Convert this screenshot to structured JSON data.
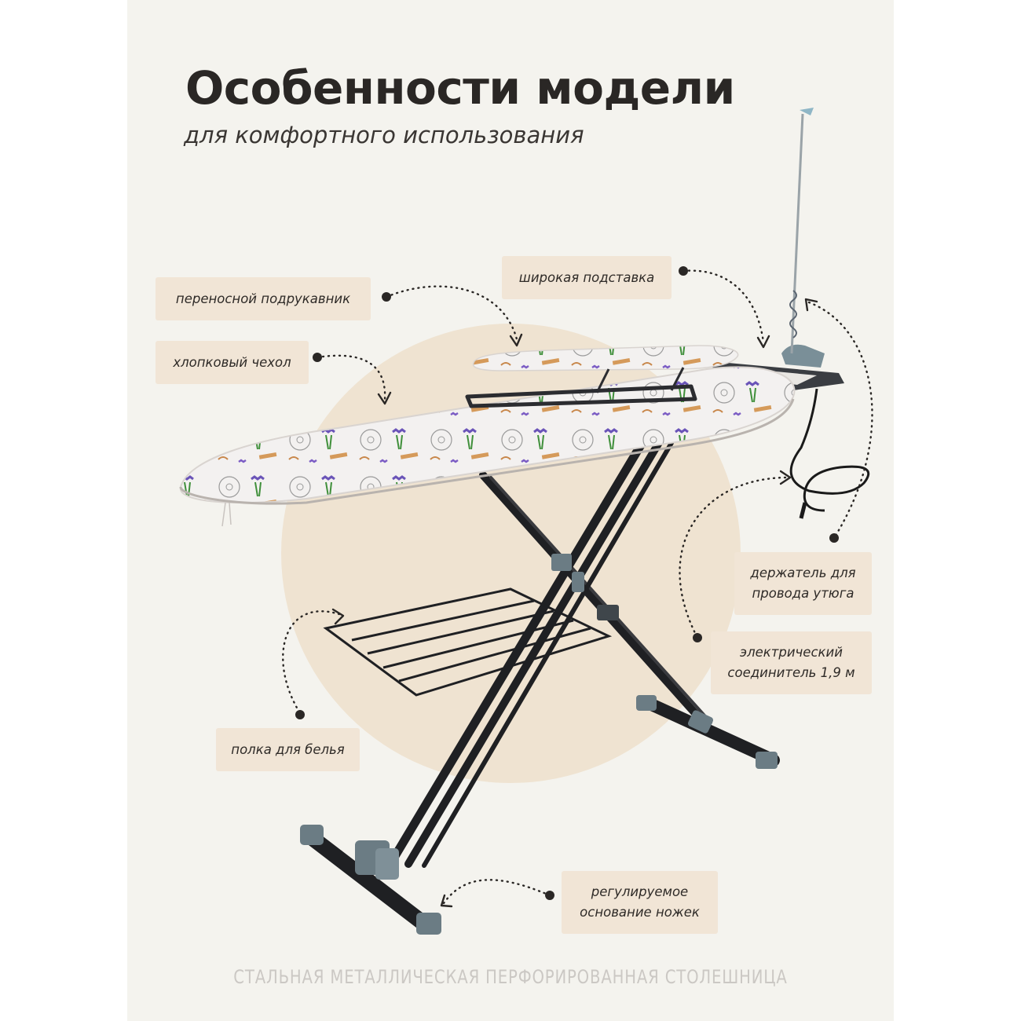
{
  "heading": {
    "title": "Особенности модели",
    "subtitle": "для комфортного использования"
  },
  "callouts": {
    "sleeve_board": "переносной подрукавник",
    "cotton_cover": "хлопковый чехол",
    "wide_stand": "широкая подставка",
    "cord_holder": "держатель для\nпровода утюга",
    "connector": "электрический\nсоединитель 1,9 м",
    "laundry_shelf": "полка для белья",
    "adjustable_legs": "регулируемое\nоснование ножек"
  },
  "footer": "СТАЛЬНАЯ МЕТАЛЛИЧЕСКАЯ ПЕРФОРИРОВАННАЯ СТОЛЕШНИЦА",
  "colors": {
    "panel_bg": "#f4f3ee",
    "halo": "#efe3d1",
    "label_bg": "#f1e5d6",
    "frame": "#1f2023",
    "foot_caps": "#6b7c84",
    "lavender": "#6a54b8"
  },
  "icons": [
    "ironing-board-illustration",
    "dotted-arrow"
  ]
}
